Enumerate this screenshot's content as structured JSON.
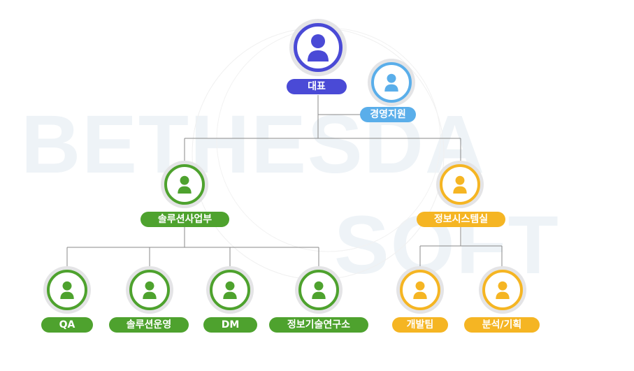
{
  "watermark": {
    "line1": "BETHESDA",
    "line2": "SOFT"
  },
  "colors": {
    "blue": "#4a4ad6",
    "lightblue": "#5aaeea",
    "green": "#4ea22e",
    "yellow": "#f5b523",
    "line": "#888888"
  },
  "nodes": {
    "ceo": {
      "label": "대표"
    },
    "mgmt": {
      "label": "경영지원"
    },
    "solution": {
      "label": "솔루션사업부"
    },
    "infosys": {
      "label": "정보시스템실"
    },
    "qa": {
      "label": "QA"
    },
    "solops": {
      "label": "솔루션운영"
    },
    "dm": {
      "label": "DM"
    },
    "lab": {
      "label": "정보기술연구소"
    },
    "dev": {
      "label": "개발팀"
    },
    "plan": {
      "label": "분석/기획"
    }
  }
}
